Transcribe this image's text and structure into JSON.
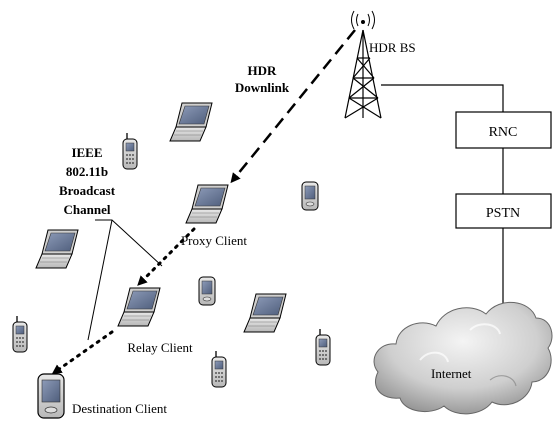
{
  "labels": {
    "hdr_bs": "HDR BS",
    "hdr_downlink_line1": "HDR",
    "hdr_downlink_line2": "Downlink",
    "ieee_line1": "IEEE",
    "ieee_line2": "802.11b",
    "ieee_line3": "Broadcast",
    "ieee_line4": "Channel",
    "proxy_client": "Proxy Client",
    "relay_client": "Relay Client",
    "destination_client": "Destination Client",
    "rnc": "RNC",
    "pstn": "PSTN",
    "internet": "Internet"
  },
  "colors": {
    "line": "#000000",
    "device_fill": "#d9d9d9",
    "screen_fill": "#6a7a99",
    "phone_screen": "#5b6b8c",
    "cloud_light": "#e6e6e6",
    "cloud_dark": "#9e9e9e"
  }
}
